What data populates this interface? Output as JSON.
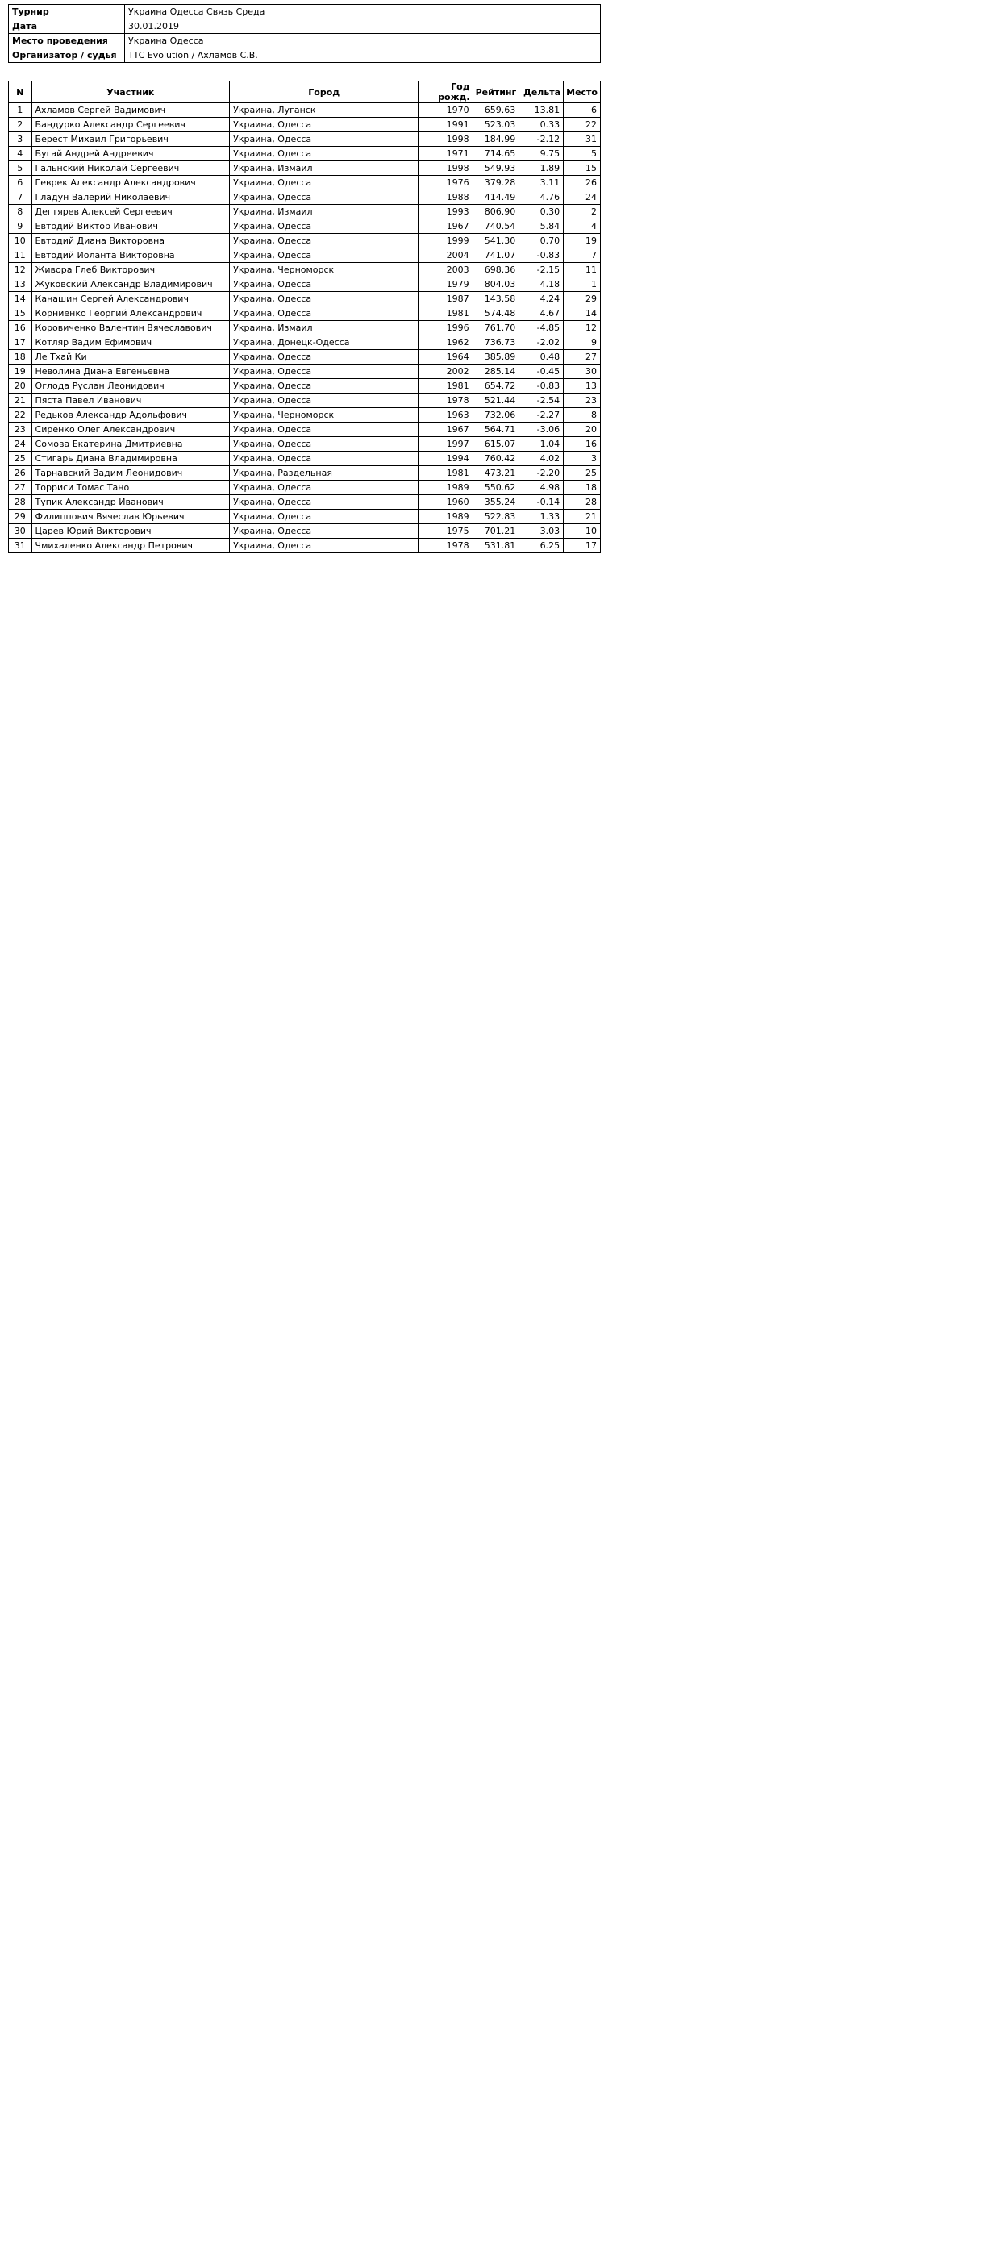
{
  "info": [
    {
      "label": "Турнир",
      "value": "Украина Одесса Связь Среда"
    },
    {
      "label": "Дата",
      "value": "30.01.2019"
    },
    {
      "label": "Место проведения",
      "value": "Украина Одесса"
    },
    {
      "label": "Организатор / судья",
      "value": "TTC Evolution / Ахламов С.В."
    }
  ],
  "roster": {
    "headers": [
      "N",
      "Участник",
      "Город",
      "Год рожд.",
      "Рейтинг",
      "Дельта",
      "Место"
    ],
    "rows": [
      [
        "1",
        "Ахламов Сергей Вадимович",
        "Украина, Луганск",
        "1970",
        "659.63",
        "13.81",
        "6"
      ],
      [
        "2",
        "Бандурко Александр Сергеевич",
        "Украина, Одесса",
        "1991",
        "523.03",
        "0.33",
        "22"
      ],
      [
        "3",
        "Берест Михаил Григорьевич",
        "Украина, Одесса",
        "1998",
        "184.99",
        "-2.12",
        "31"
      ],
      [
        "4",
        "Бугай Андрей Андреевич",
        "Украина, Одесса",
        "1971",
        "714.65",
        "9.75",
        "5"
      ],
      [
        "5",
        "Гальнский Николай Сергеевич",
        "Украина, Измаил",
        "1998",
        "549.93",
        "1.89",
        "15"
      ],
      [
        "6",
        "Геврек Александр Александрович",
        "Украина, Одесса",
        "1976",
        "379.28",
        "3.11",
        "26"
      ],
      [
        "7",
        "Гладун Валерий Николаевич",
        "Украина, Одесса",
        "1988",
        "414.49",
        "4.76",
        "24"
      ],
      [
        "8",
        "Дегтярев Алексей Сергеевич",
        "Украина, Измаил",
        "1993",
        "806.90",
        "0.30",
        "2"
      ],
      [
        "9",
        "Евтодий Виктор Иванович",
        "Украина, Одесса",
        "1967",
        "740.54",
        "5.84",
        "4"
      ],
      [
        "10",
        "Евтодий Диана Викторовна",
        "Украина, Одесса",
        "1999",
        "541.30",
        "0.70",
        "19"
      ],
      [
        "11",
        "Евтодий Иоланта Викторовна",
        "Украина, Одесса",
        "2004",
        "741.07",
        "-0.83",
        "7"
      ],
      [
        "12",
        "Живора Глеб Викторович",
        "Украина, Черноморск",
        "2003",
        "698.36",
        "-2.15",
        "11"
      ],
      [
        "13",
        "Жуковский Александр Владимирович",
        "Украина, Одесса",
        "1979",
        "804.03",
        "4.18",
        "1"
      ],
      [
        "14",
        "Канашин Сергей Александрович",
        "Украина, Одесса",
        "1987",
        "143.58",
        "4.24",
        "29"
      ],
      [
        "15",
        "Корниенко Георгий Александрович",
        "Украина, Одесса",
        "1981",
        "574.48",
        "4.67",
        "14"
      ],
      [
        "16",
        "Коровиченко Валентин Вячеславович",
        "Украина, Измаил",
        "1996",
        "761.70",
        "-4.85",
        "12"
      ],
      [
        "17",
        "Котляр Вадим Ефимович",
        "Украина, Донецк-Одесса",
        "1962",
        "736.73",
        "-2.02",
        "9"
      ],
      [
        "18",
        "Ле Тхай Ки",
        "Украина, Одесса",
        "1964",
        "385.89",
        "0.48",
        "27"
      ],
      [
        "19",
        "Неволина Диана Евгеньевна",
        "Украина, Одесса",
        "2002",
        "285.14",
        "-0.45",
        "30"
      ],
      [
        "20",
        "Оглода Руслан Леонидович",
        "Украина, Одесса",
        "1981",
        "654.72",
        "-0.83",
        "13"
      ],
      [
        "21",
        "Пяста Павел Иванович",
        "Украина, Одесса",
        "1978",
        "521.44",
        "-2.54",
        "23"
      ],
      [
        "22",
        "Редьков Александр Адольфович",
        "Украина, Черноморск",
        "1963",
        "732.06",
        "-2.27",
        "8"
      ],
      [
        "23",
        "Сиренко Олег Александрович",
        "Украина, Одесса",
        "1967",
        "564.71",
        "-3.06",
        "20"
      ],
      [
        "24",
        "Сомова Екатерина Дмитриевна",
        "Украина, Одесса",
        "1997",
        "615.07",
        "1.04",
        "16"
      ],
      [
        "25",
        "Стигарь Диана Владимировна",
        "Украина, Одесса",
        "1994",
        "760.42",
        "4.02",
        "3"
      ],
      [
        "26",
        "Тарнавский Вадим Леонидович",
        "Украина, Раздельная",
        "1981",
        "473.21",
        "-2.20",
        "25"
      ],
      [
        "27",
        "Торриси Томас Тано",
        "Украина, Одесса",
        "1989",
        "550.62",
        "4.98",
        "18"
      ],
      [
        "28",
        "Тупик Александр Иванович",
        "Украина, Одесса",
        "1960",
        "355.24",
        "-0.14",
        "28"
      ],
      [
        "29",
        "Филиппович Вячеслав Юрьевич",
        "Украина, Одесса",
        "1989",
        "522.83",
        "1.33",
        "21"
      ],
      [
        "30",
        "Царев Юрий Викторович",
        "Украина, Одесса",
        "1975",
        "701.21",
        "3.03",
        "10"
      ],
      [
        "31",
        "Чмихаленко Александр Петрович",
        "Украина, Одесса",
        "1978",
        "531.81",
        "6.25",
        "17"
      ]
    ]
  }
}
